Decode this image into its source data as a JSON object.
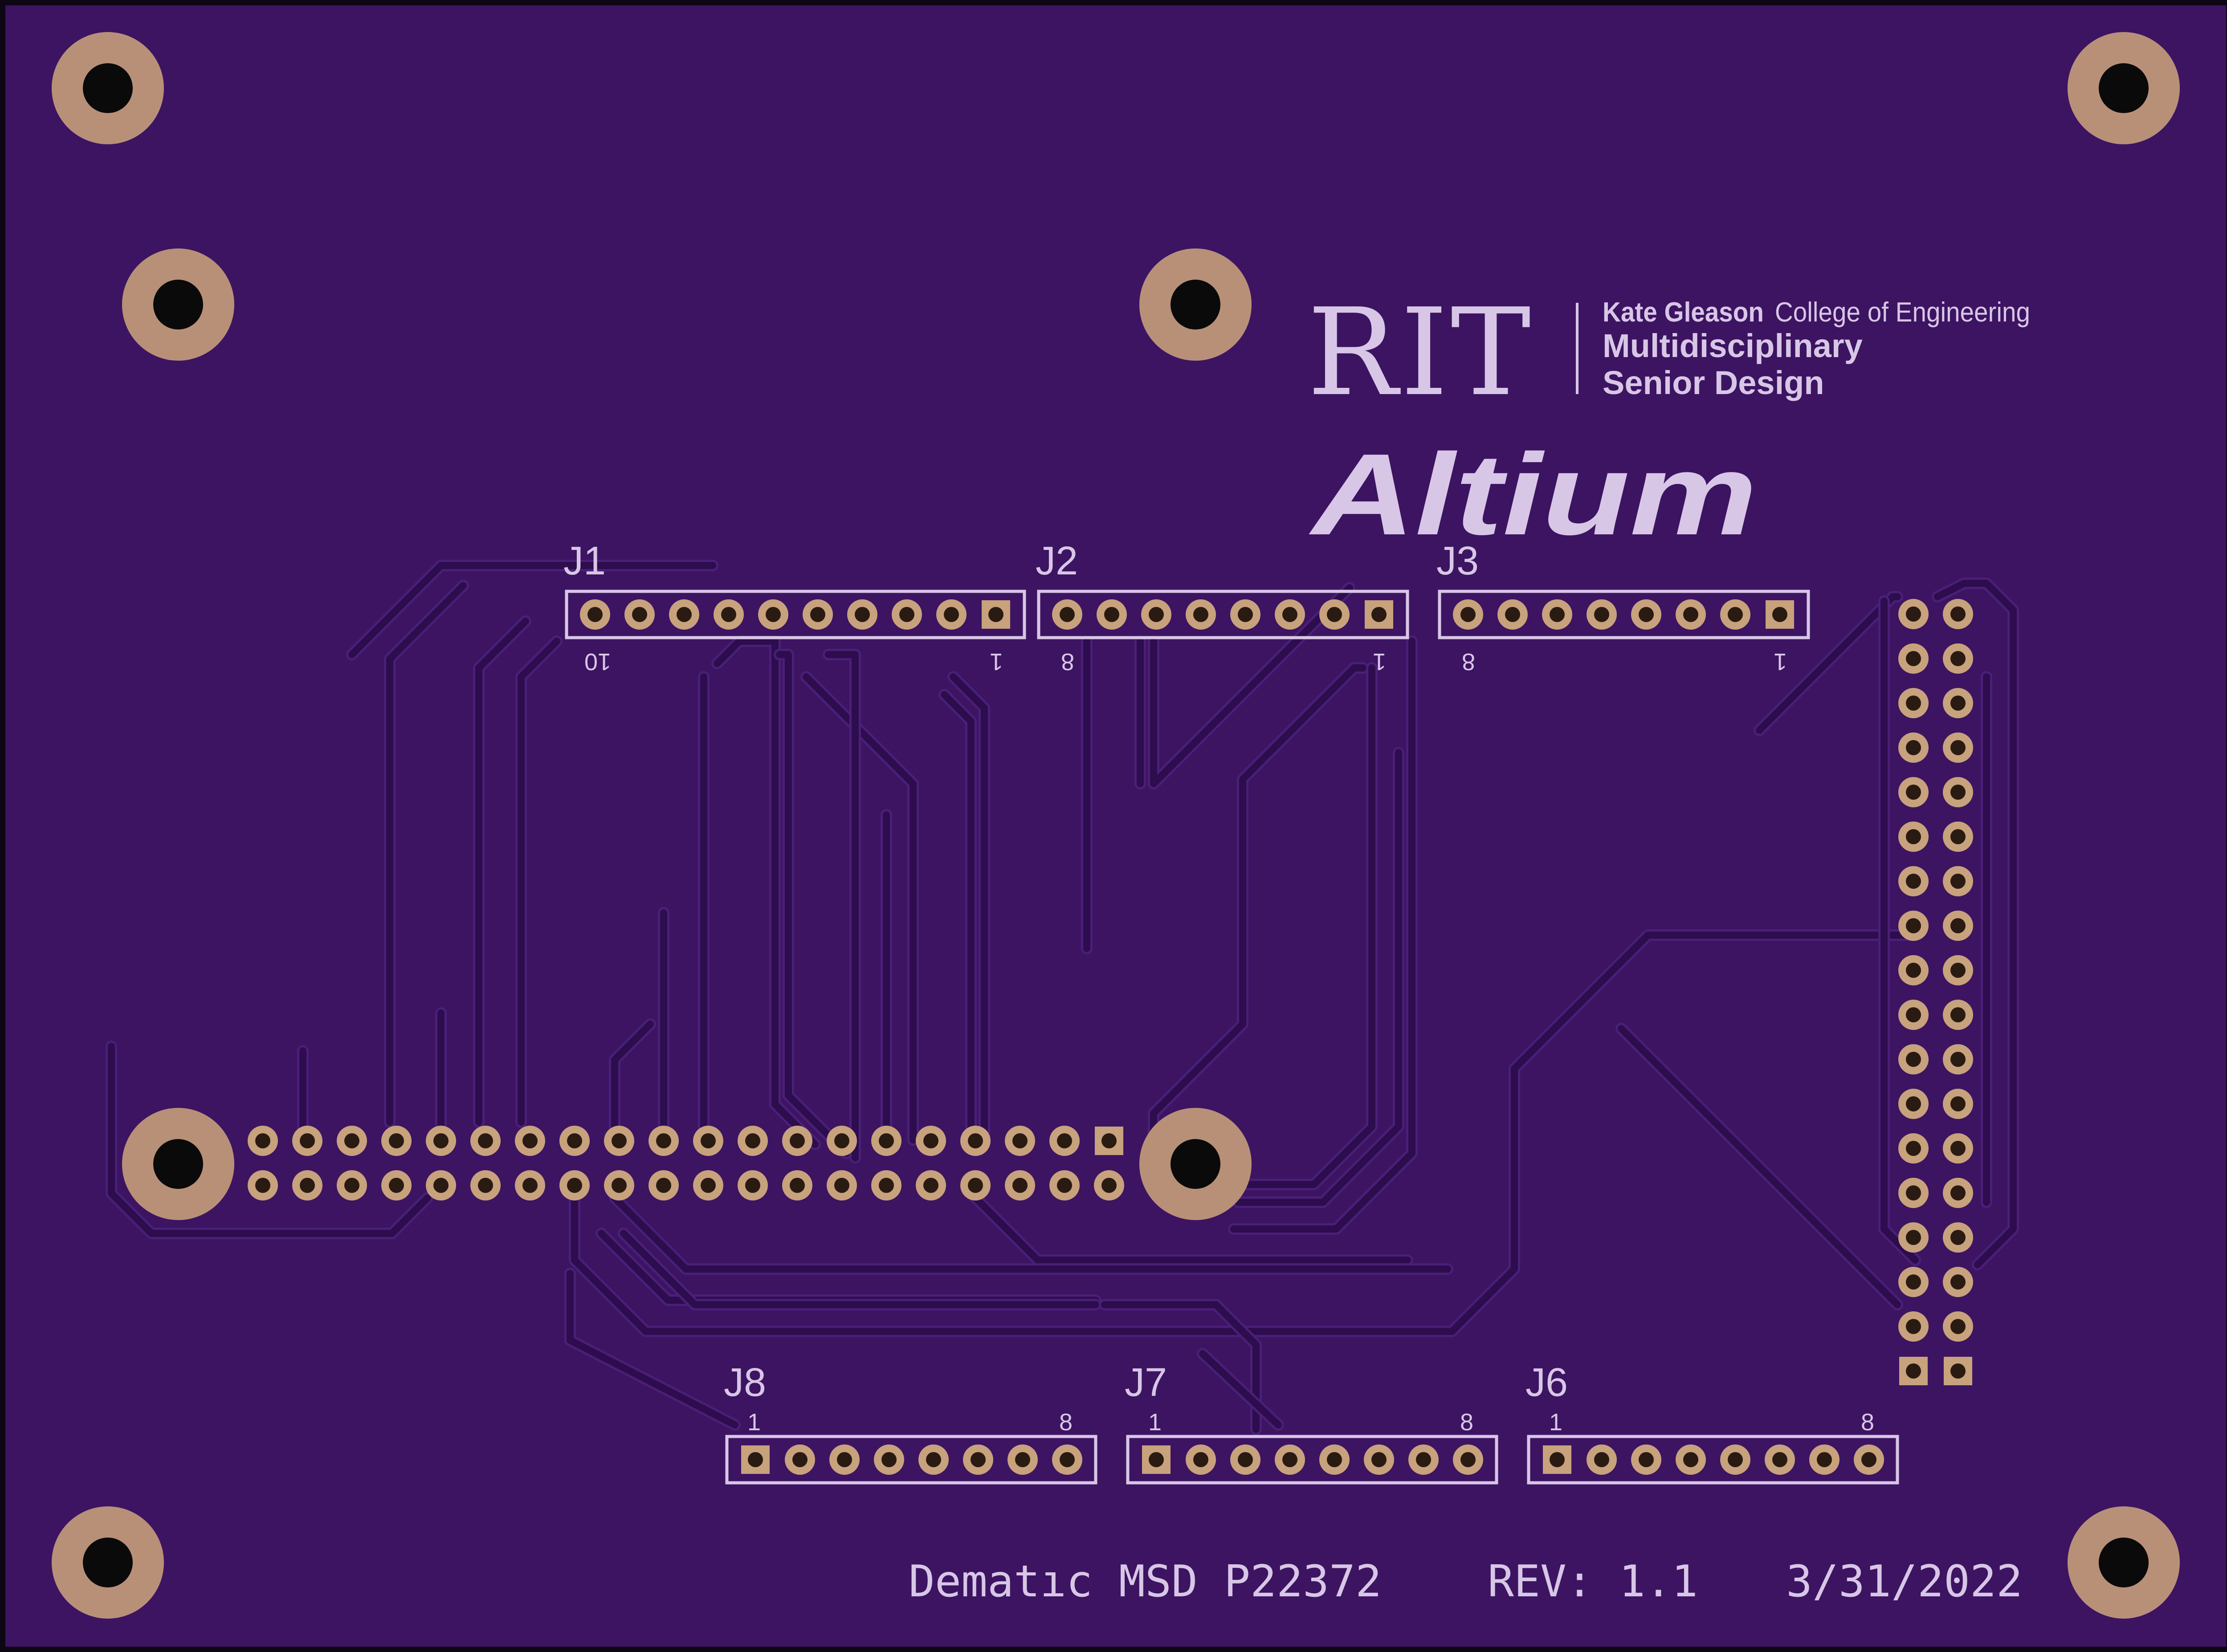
{
  "board": {
    "colors": {
      "outer_edge": "#0d0714",
      "substrate": "#3c1462",
      "trace": "#2d0d4d",
      "trace_edge": "#4a1f78",
      "pad_ring": "#c7a27c",
      "mount_ring": "#b89078",
      "drill": "#0a0a0a",
      "silkscreen": "#d8c6e6"
    }
  },
  "logos": {
    "rit": {
      "wordmark": "RIT",
      "line1_bold": "Kate Gleason",
      "line1_regular": "College of Engineering",
      "line2": "Multidisciplinary",
      "line3": "Senior Design"
    },
    "altium": {
      "wordmark": "Altium"
    }
  },
  "connectors": {
    "J1": {
      "label": "J1",
      "pins": 10,
      "left_pin_label": "10",
      "right_pin_label": "1"
    },
    "J2": {
      "label": "J2",
      "pins": 8,
      "left_pin_label": "8",
      "right_pin_label": "1"
    },
    "J3": {
      "label": "J3",
      "pins": 8,
      "left_pin_label": "8",
      "right_pin_label": "1"
    },
    "J8": {
      "label": "J8",
      "pins": 8,
      "left_pin_label": "1",
      "right_pin_label": "8"
    },
    "J7": {
      "label": "J7",
      "pins": 8,
      "left_pin_label": "1",
      "right_pin_label": "8"
    },
    "J6": {
      "label": "J6",
      "pins": 8,
      "left_pin_label": "1",
      "right_pin_label": "8"
    },
    "main_header": {
      "rows": 2,
      "cols": 20
    },
    "side_header": {
      "rows": 18,
      "cols": 2
    }
  },
  "footer": {
    "project": "Dematıc MSD P22372",
    "revision": "REV: 1.1",
    "date": "3/31/2022"
  }
}
